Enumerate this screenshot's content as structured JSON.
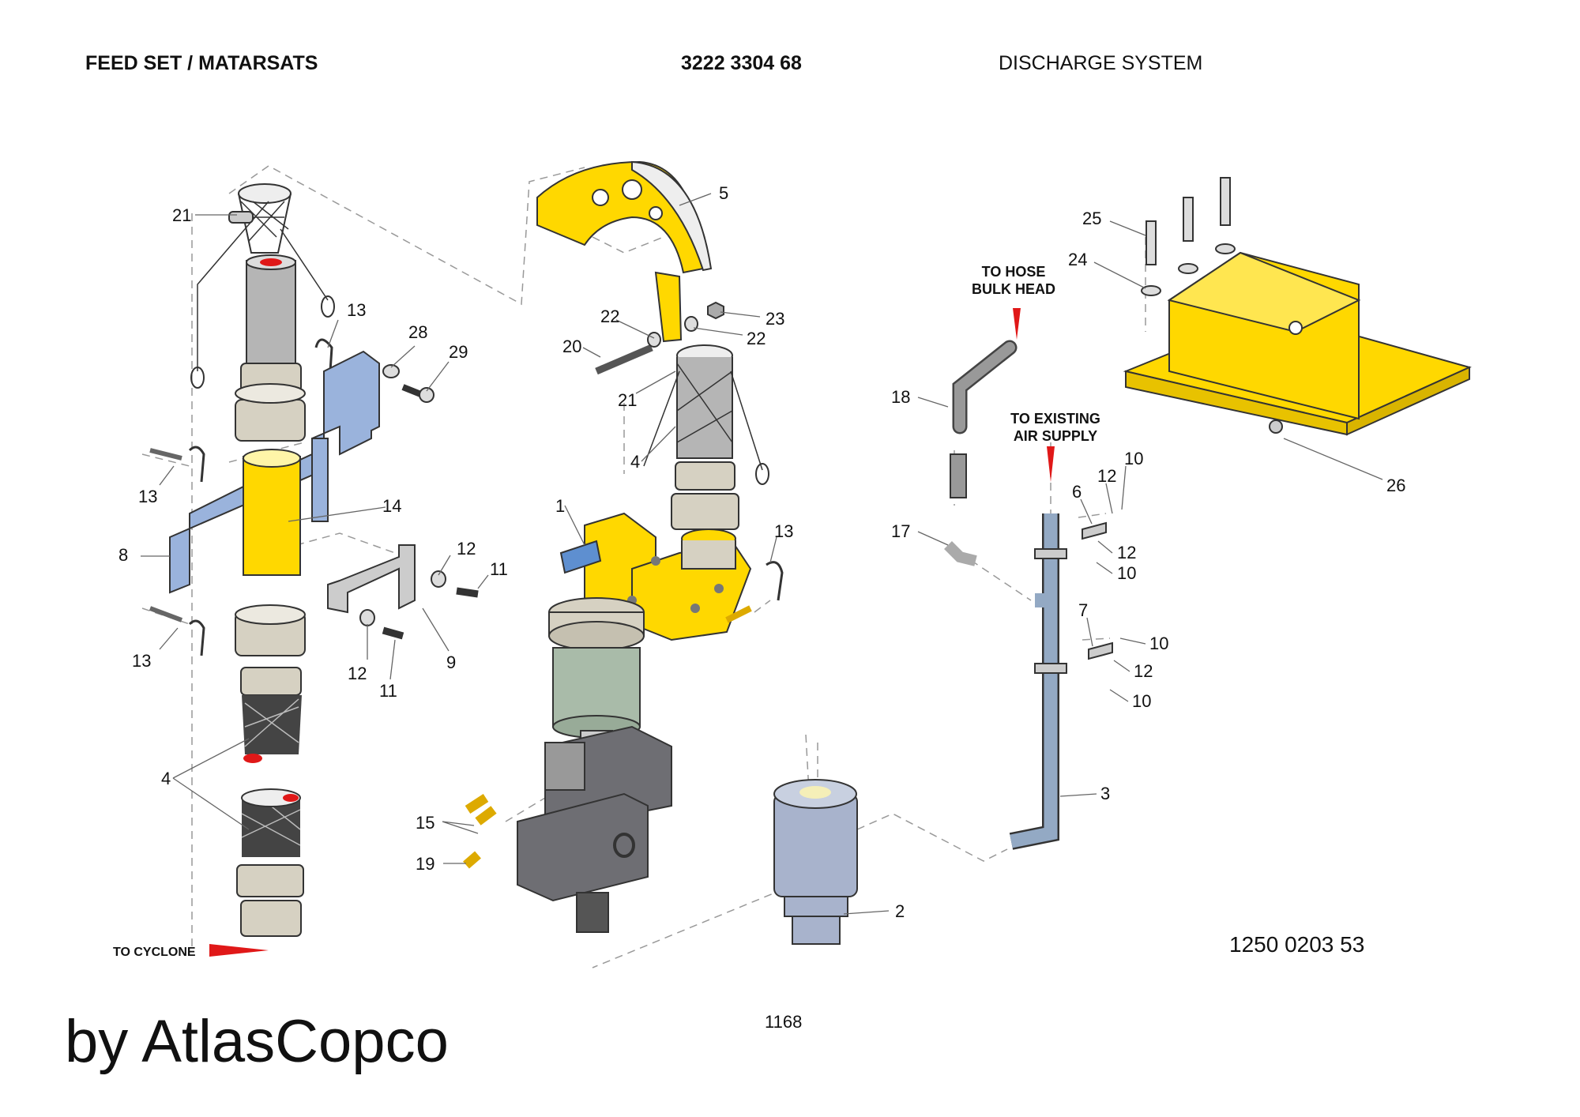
{
  "header": {
    "title_left": "FEED SET / MATARSATS",
    "title_center": "3222 3304 68",
    "title_right": "DISCHARGE SYSTEM"
  },
  "footer": {
    "brand": "by AtlasCopco",
    "page_number": "1168",
    "drawing_number": "1250 0203 53"
  },
  "annotations": {
    "to_hose_line1": "TO HOSE",
    "to_hose_line2": "BULK HEAD",
    "to_air_line1": "TO EXISTING",
    "to_air_line2": "AIR SUPPLY",
    "to_cyclone": "TO CYCLONE"
  },
  "callouts": {
    "c21a": "21",
    "c13a": "13",
    "c28": "28",
    "c29": "29",
    "c13b": "13",
    "c14": "14",
    "c8": "8",
    "c12a": "12",
    "c11a": "11",
    "c13c": "13",
    "c12b": "12",
    "c11b": "11",
    "c9": "9",
    "c4a": "4",
    "c5": "5",
    "c22a": "22",
    "c23": "23",
    "c22b": "22",
    "c20": "20",
    "c21b": "21",
    "c4b": "4",
    "c1": "1",
    "c13d": "13",
    "c15": "15",
    "c19": "19",
    "c2": "2",
    "c18": "18",
    "c17": "17",
    "c6": "6",
    "c12c": "12",
    "c10a": "10",
    "c12d": "12",
    "c10b": "10",
    "c7": "7",
    "c10c": "10",
    "c12e": "12",
    "c10d": "10",
    "c3": "3",
    "c25": "25",
    "c24": "24",
    "c26": "26"
  },
  "colors": {
    "yellow": "#FFD800",
    "blue_bracket": "#9AB3DC",
    "grey_pipe": "#B5B5B5",
    "tan_coupling": "#D6D1C2",
    "green_body": "#A9BBA9",
    "dark_gearbox": "#6E6E73",
    "blue_pipe": "#93A9C4",
    "red_arrow": "#E01818"
  }
}
